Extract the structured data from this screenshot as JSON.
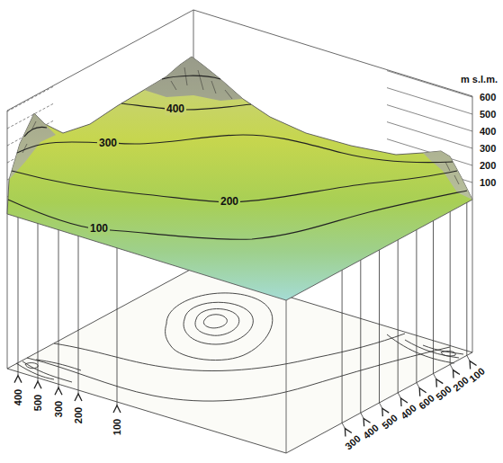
{
  "diagram": {
    "labels": [
      "m s.l.m.",
      "600",
      "500",
      "400",
      "300",
      "200",
      "100",
      "400",
      "300",
      "200",
      "100",
      "400",
      "500",
      "300",
      "200",
      "100",
      "100",
      "200",
      "500",
      "600",
      "400",
      "500",
      "400",
      "300"
    ]
  }
}
